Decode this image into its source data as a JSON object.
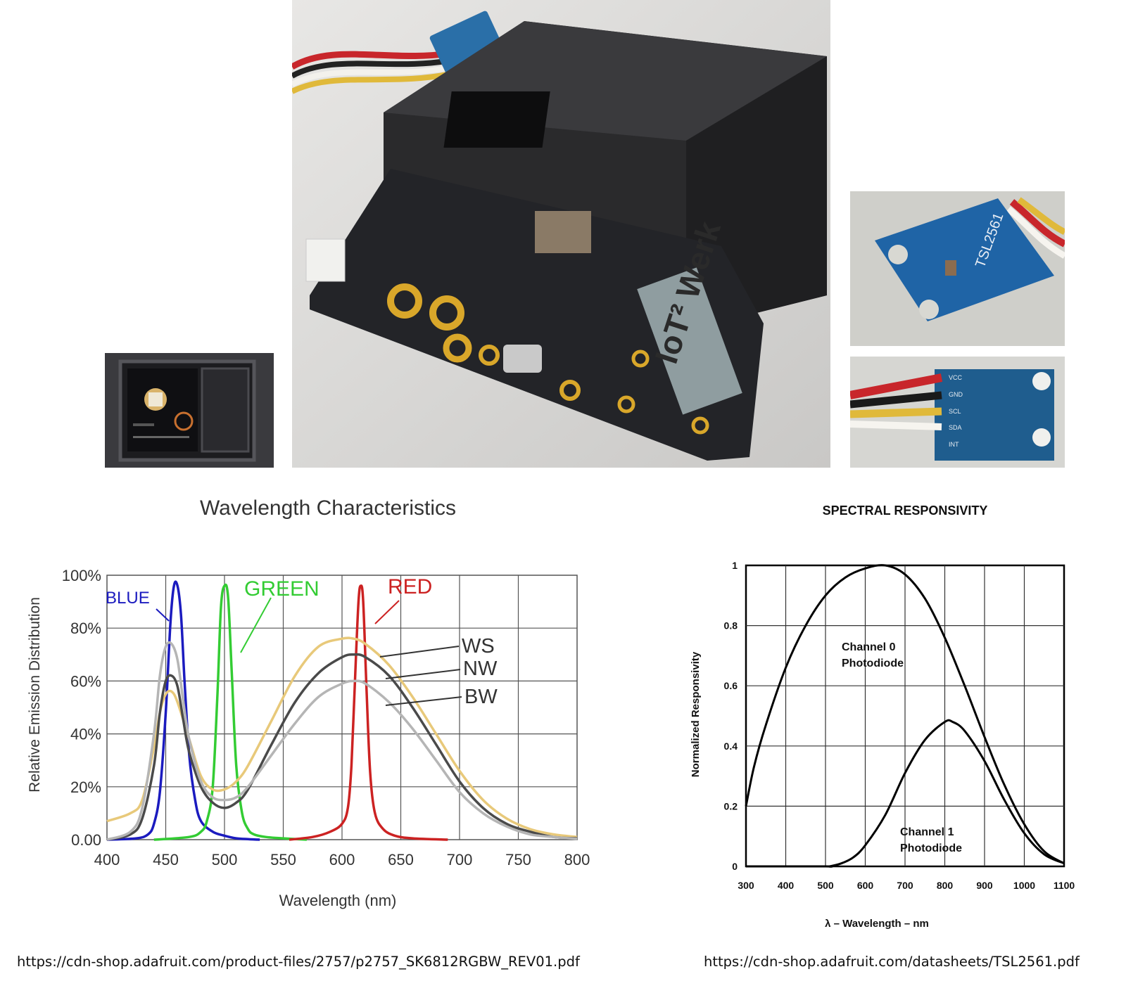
{
  "photos": {
    "board_text": "IoT² Werk",
    "sensor_module_label": "TSL2561",
    "pin_labels": [
      "VCC",
      "GND",
      "SCL",
      "SDA",
      "INT"
    ]
  },
  "chart_data": [
    {
      "type": "line",
      "title": "Wavelength Characteristics",
      "xlabel": "Wavelength (nm)",
      "ylabel": "Relative Emission Distribution",
      "xlim": [
        400,
        800
      ],
      "ylim": [
        0,
        100
      ],
      "x_ticks": [
        "400",
        "450",
        "500",
        "550",
        "600",
        "650",
        "700",
        "750",
        "800"
      ],
      "y_ticks": [
        "0.00",
        "20%",
        "40%",
        "60%",
        "80%",
        "100%"
      ],
      "grid": true,
      "series": [
        {
          "name": "BLUE",
          "color": "#1b1bbf",
          "x": [
            400,
            425,
            435,
            440,
            445,
            450,
            454,
            457,
            460,
            463,
            466,
            470,
            475,
            480,
            490,
            500,
            510,
            520,
            530
          ],
          "y": [
            0,
            0.5,
            2,
            6,
            18,
            48,
            82,
            96,
            96,
            85,
            60,
            32,
            15,
            7,
            3,
            1.5,
            0.5,
            0.2,
            0
          ]
        },
        {
          "name": "GREEN",
          "color": "#33cc33",
          "x": [
            440,
            470,
            480,
            485,
            490,
            494,
            497,
            500,
            503,
            506,
            510,
            515,
            520,
            525,
            535,
            550,
            570
          ],
          "y": [
            0,
            1,
            3,
            7,
            20,
            55,
            88,
            96,
            92,
            65,
            28,
            10,
            4,
            2,
            1,
            0.5,
            0
          ]
        },
        {
          "name": "RED",
          "color": "#cc2222",
          "x": [
            555,
            575,
            590,
            600,
            605,
            608,
            611,
            614,
            616,
            618,
            621,
            624,
            628,
            635,
            645,
            660,
            690
          ],
          "y": [
            0,
            1,
            3,
            6,
            12,
            28,
            60,
            90,
            96,
            90,
            55,
            25,
            10,
            4,
            1.5,
            0.5,
            0
          ]
        },
        {
          "name": "WS",
          "color": "#e8c97a",
          "x": [
            400,
            420,
            430,
            440,
            445,
            450,
            455,
            460,
            470,
            480,
            490,
            500,
            510,
            520,
            540,
            560,
            580,
            600,
            610,
            620,
            640,
            660,
            680,
            700,
            720,
            740,
            760,
            780,
            800
          ],
          "y": [
            7,
            10,
            15,
            35,
            48,
            55,
            56,
            52,
            38,
            24,
            19,
            19,
            22,
            28,
            45,
            62,
            73,
            76,
            76,
            74,
            66,
            54,
            40,
            26,
            15,
            8,
            4,
            2,
            1
          ]
        },
        {
          "name": "NW",
          "color": "#4a4a4a",
          "x": [
            400,
            420,
            430,
            440,
            445,
            450,
            455,
            460,
            465,
            470,
            480,
            490,
            500,
            510,
            520,
            540,
            560,
            580,
            600,
            610,
            620,
            640,
            660,
            680,
            700,
            720,
            740,
            760,
            780,
            800
          ],
          "y": [
            0,
            2,
            8,
            28,
            48,
            60,
            62,
            58,
            45,
            33,
            20,
            14,
            12,
            14,
            19,
            36,
            52,
            63,
            69,
            70,
            69,
            62,
            50,
            36,
            22,
            12,
            6,
            3,
            1,
            0.5
          ]
        },
        {
          "name": "BW",
          "color": "#b5b5b5",
          "x": [
            400,
            420,
            430,
            440,
            445,
            450,
            455,
            460,
            465,
            470,
            480,
            490,
            500,
            510,
            520,
            540,
            560,
            580,
            600,
            610,
            620,
            640,
            660,
            680,
            700,
            720,
            740,
            760,
            780,
            800
          ],
          "y": [
            0,
            3,
            12,
            40,
            62,
            73,
            74,
            68,
            52,
            38,
            22,
            16,
            15,
            16,
            20,
            32,
            44,
            54,
            59,
            60,
            59,
            52,
            42,
            30,
            18,
            10,
            5,
            2,
            1,
            0.3
          ]
        }
      ],
      "annotations": [
        "BLUE",
        "GREEN",
        "RED",
        "WS",
        "NW",
        "BW"
      ]
    },
    {
      "type": "line",
      "title": "SPECTRAL RESPONSIVITY",
      "xlabel": "λ – Wavelength – nm",
      "ylabel": "Normalized Responsivity",
      "xlim": [
        300,
        1100
      ],
      "ylim": [
        0,
        1
      ],
      "x_ticks": [
        "300",
        "400",
        "500",
        "600",
        "700",
        "800",
        "900",
        "1000",
        "1100"
      ],
      "y_ticks": [
        "0",
        "0.2",
        "0.4",
        "0.6",
        "0.8",
        "1"
      ],
      "grid": true,
      "series": [
        {
          "name": "Channel 0 Photodiode",
          "color": "#000000",
          "x": [
            300,
            320,
            350,
            400,
            450,
            500,
            550,
            600,
            650,
            700,
            750,
            800,
            850,
            900,
            950,
            1000,
            1050,
            1100
          ],
          "y": [
            0.2,
            0.33,
            0.47,
            0.66,
            0.8,
            0.9,
            0.96,
            0.99,
            1.0,
            0.97,
            0.89,
            0.76,
            0.6,
            0.43,
            0.27,
            0.14,
            0.05,
            0.01
          ]
        },
        {
          "name": "Channel 1 Photodiode",
          "color": "#000000",
          "x": [
            300,
            500,
            510,
            540,
            570,
            600,
            650,
            700,
            750,
            800,
            820,
            850,
            900,
            950,
            1000,
            1050,
            1100
          ],
          "y": [
            0,
            0,
            0,
            0.01,
            0.03,
            0.07,
            0.17,
            0.31,
            0.42,
            0.48,
            0.48,
            0.45,
            0.35,
            0.22,
            0.11,
            0.04,
            0.01
          ]
        }
      ],
      "annotations": [
        "Channel 0",
        "Photodiode",
        "Channel 1",
        "Photodiode"
      ]
    }
  ],
  "sources": {
    "left": "https://cdn-shop.adafruit.com/product-files/2757/p2757_SK6812RGBW_REV01.pdf",
    "right": "https://cdn-shop.adafruit.com/datasheets/TSL2561.pdf"
  }
}
